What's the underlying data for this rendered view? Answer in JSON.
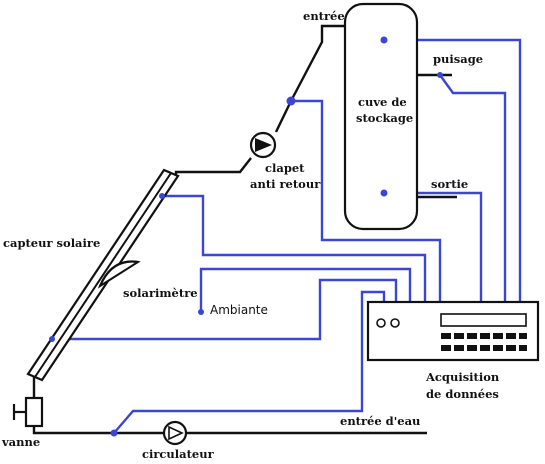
{
  "labels": {
    "entree": "entrée",
    "cuve_line1": "cuve de",
    "cuve_line2": "stockage",
    "puisage": "puisage",
    "sortie": "sortie",
    "clapet_line1": "clapet",
    "clapet_line2": "anti retour",
    "capteur": "capteur solaire",
    "solarimetre": "solarimètre",
    "ambiante": "Ambiante",
    "acquisition_line1": "Acquisition",
    "acquisition_line2": "de données",
    "entree_eau": "entrée d'eau",
    "vanne": "vanne",
    "circulateur": "circulateur"
  },
  "colors": {
    "pipe": "#111111",
    "sensor_wire": "#3b45d6"
  }
}
